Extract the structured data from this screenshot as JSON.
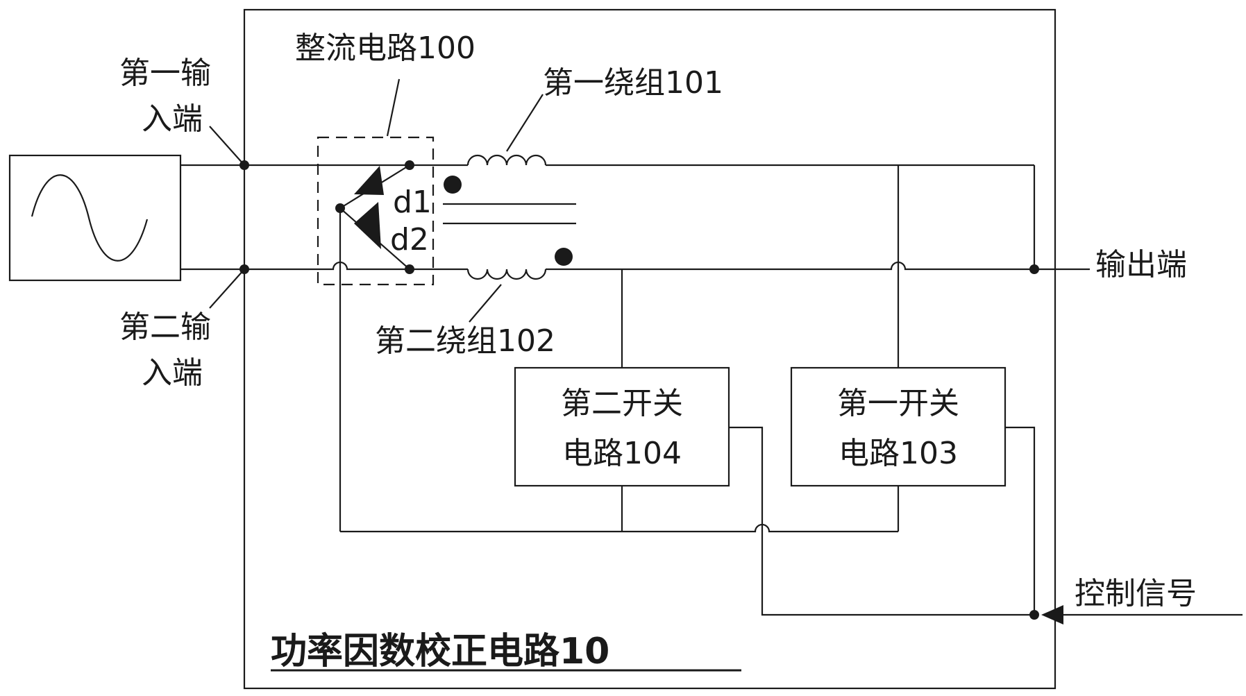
{
  "labels": {
    "input1_line1": "第一输",
    "input1_line2": "入端",
    "input2_line1": "第二输",
    "input2_line2": "入端",
    "rectifier": "整流电路100",
    "winding1": "第一绕组101",
    "winding2": "第二绕组102",
    "diode1": "d1",
    "diode2": "d2",
    "output": "输出端",
    "switch2_line1": "第二开关",
    "switch2_line2": "电路104",
    "switch1_line1": "第一开关",
    "switch1_line2": "电路103",
    "control": "控制信号",
    "title": "功率因数校正电路10"
  }
}
